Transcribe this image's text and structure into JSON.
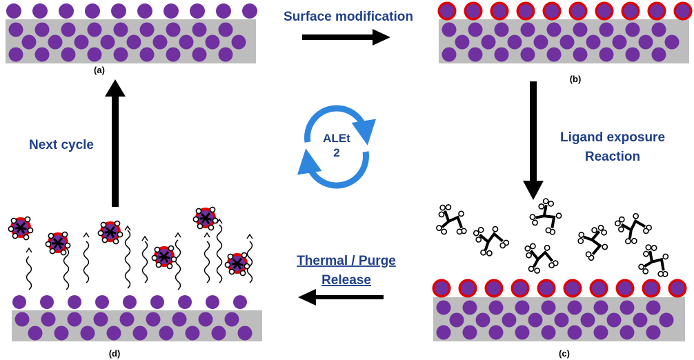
{
  "panels": {
    "a": "(a)",
    "b": "(b)",
    "c": "(c)",
    "d": "(d)"
  },
  "steps": {
    "surface_modification": "Surface modification",
    "ligand_line1": "Ligand exposure",
    "ligand_line2": "Reaction",
    "thermal_line1": "Thermal / Purge",
    "thermal_line2": "Release",
    "next_cycle": "Next cycle"
  },
  "cycle_badge": {
    "line1": "ALEt",
    "line2": "2"
  },
  "colors": {
    "substrate": "#bdbdbd",
    "atom": "#7030a0",
    "modified_shell": "#e00000",
    "label_text": "#1f3f8a",
    "cycle_arrow": "#2e86de",
    "ligand": "#000000"
  }
}
